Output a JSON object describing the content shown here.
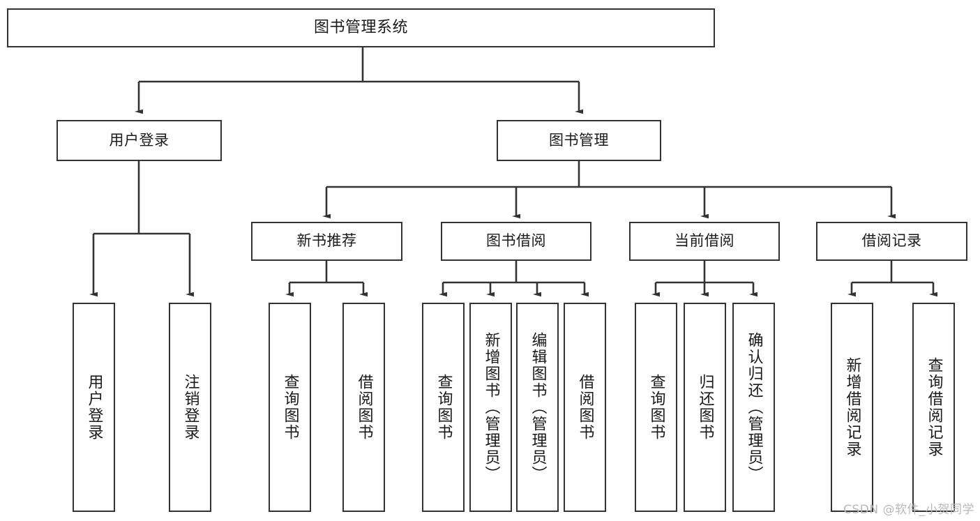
{
  "diagram": {
    "type": "tree",
    "title": "图书管理系统",
    "orientation": "top-down",
    "colors": {
      "box_stroke": "#333333",
      "box_fill": "#ffffff",
      "edge": "#333333",
      "text": "#1a1a1a",
      "watermark": "#b9b9b9"
    },
    "watermark": "CSDN @软件_小贺同学",
    "nodes": {
      "root": {
        "label": "图书管理系统"
      },
      "level2": [
        {
          "label": "用户登录"
        },
        {
          "label": "图书管理"
        }
      ],
      "level3": [
        {
          "label": "新书推荐"
        },
        {
          "label": "图书借阅"
        },
        {
          "label": "当前借阅"
        },
        {
          "label": "借阅记录"
        }
      ],
      "leaves": {
        "user_login": [
          {
            "label": "用户登录"
          },
          {
            "label": "注销登录"
          }
        ],
        "new_book_recommend": [
          {
            "label": "查询图书"
          },
          {
            "label": "借阅图书"
          }
        ],
        "book_borrow": [
          {
            "label": "查询图书"
          },
          {
            "label": "新增图书（管理员）"
          },
          {
            "label": "编辑图书（管理员）"
          },
          {
            "label": "借阅图书"
          }
        ],
        "current_borrow": [
          {
            "label": "查询图书"
          },
          {
            "label": "归还图书"
          },
          {
            "label": "确认归还（管理员）"
          }
        ],
        "borrow_record": [
          {
            "label": "新增借阅记录"
          },
          {
            "label": "查询借阅记录"
          }
        ]
      }
    }
  }
}
